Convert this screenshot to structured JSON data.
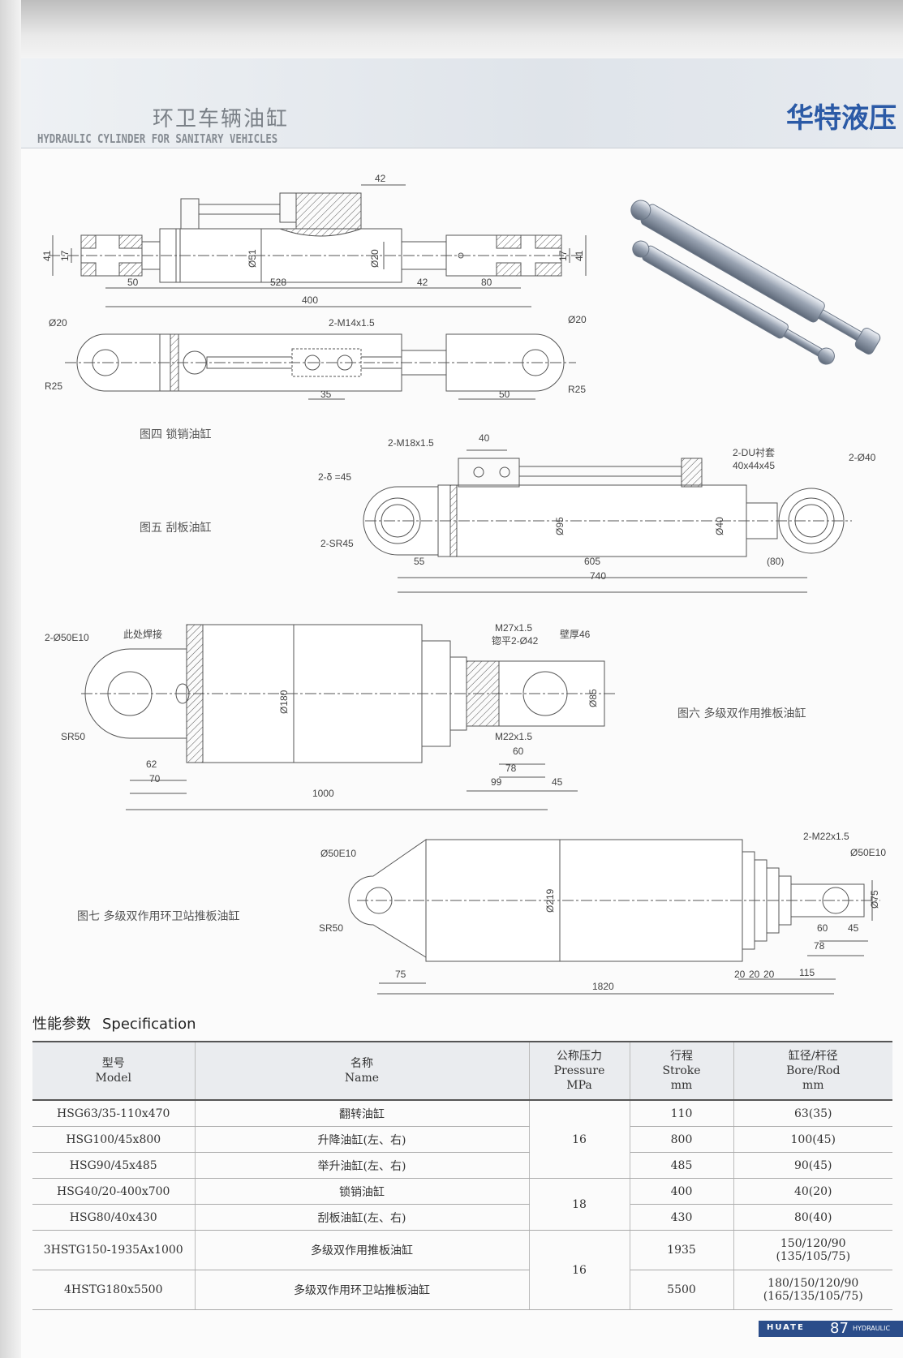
{
  "header": {
    "title_cn": "环卫车辆油缸",
    "title_en": "HYDRAULIC CYLINDER FOR SANITARY VEHICLES",
    "brand": "华特液压"
  },
  "captions": {
    "fig4": "图四  锁销油缸",
    "fig5": "图五  刮板油缸",
    "fig6": "图六  多级双作用推板油缸",
    "fig7": "图七  多级双作用环卫站推板油缸"
  },
  "fig4": {
    "d42": "42",
    "d41a": "41",
    "d17a": "17",
    "d51": "Ø51",
    "d20": "Ø20",
    "d17b": "17",
    "d41b": "41",
    "d50": "50",
    "d528": "528",
    "d42b": "42",
    "d80": "80",
    "d400": "400",
    "d20a": "Ø20",
    "m14": "2-M14x1.5",
    "d20b": "Ø20",
    "r25a": "R25",
    "d35": "35",
    "d50b": "50",
    "r25b": "R25"
  },
  "fig5": {
    "m18": "2-M18x1.5",
    "d40": "40",
    "delta": "2-δ =45",
    "du": "2-DU衬套",
    "du_size": "40x44x45",
    "d40b": "2-Ø40",
    "d95": "Ø95",
    "d40c": "Ø40",
    "sr45": "2-SR45",
    "d55": "55",
    "d605": "605",
    "d80": "(80)",
    "d740": "740"
  },
  "fig6": {
    "d50e10": "2-Ø50E10",
    "weld": "此处焊接",
    "m27": "M27x1.5",
    "m27b": "锪平2-Ø42",
    "wall": "壁厚46",
    "d180": "Ø180",
    "d85": "Ø85",
    "sr50": "SR50",
    "m22": "M22x1.5",
    "d60": "60",
    "d62": "62",
    "d78": "78",
    "d70": "70",
    "d99": "99",
    "d45": "45",
    "d1000": "1000"
  },
  "fig7": {
    "m22": "2-M22x1.5",
    "d50a": "Ø50E10",
    "d50b": "Ø50E10",
    "d219": "Ø219",
    "d75": "Ø75",
    "sr50": "SR50",
    "d60": "60",
    "d45": "45",
    "d78": "78",
    "d75b": "75",
    "d20a": "20",
    "d20b": "20",
    "d20c": "20",
    "d115": "115",
    "d1820": "1820"
  },
  "spec": {
    "title_cn": "性能参数",
    "title_en": "Specification",
    "headers": [
      {
        "cn": "型号",
        "en": "Model"
      },
      {
        "cn": "名称",
        "en": "Name"
      },
      {
        "cn": "公称压力",
        "en": "Pressure",
        "unit": "MPa"
      },
      {
        "cn": "行程",
        "en": "Stroke",
        "unit": "mm"
      },
      {
        "cn": "缸径/杆径",
        "en": "Bore/Rod",
        "unit": "mm"
      }
    ],
    "rows": [
      {
        "model": "HSG63/35-110x470",
        "name": "翻转油缸",
        "pressure": "16",
        "stroke": "110",
        "bore": "63(35)"
      },
      {
        "model": "HSG100/45x800",
        "name": "升降油缸(左、右)",
        "pressure": "",
        "stroke": "800",
        "bore": "100(45)"
      },
      {
        "model": "HSG90/45x485",
        "name": "举升油缸(左、右)",
        "pressure": "",
        "stroke": "485",
        "bore": "90(45)"
      },
      {
        "model": "HSG40/20-400x700",
        "name": "锁销油缸",
        "pressure": "18",
        "stroke": "400",
        "bore": "40(20)"
      },
      {
        "model": "HSG80/40x430",
        "name": "刮板油缸(左、右)",
        "pressure": "",
        "stroke": "430",
        "bore": "80(40)"
      },
      {
        "model": "3HSTG150-1935Ax1000",
        "name": "多级双作用推板油缸",
        "pressure": "16",
        "stroke": "1935",
        "bore": "150/120/90",
        "bore2": "(135/105/75)"
      },
      {
        "model": "4HSTG180x5500",
        "name": "多级双作用环卫站推板油缸",
        "pressure": "",
        "stroke": "5500",
        "bore": "180/150/120/90",
        "bore2": "(165/135/105/75)"
      }
    ]
  },
  "footer": {
    "brand": "HUATE",
    "page": "87",
    "tag": "HYDRAULIC"
  }
}
